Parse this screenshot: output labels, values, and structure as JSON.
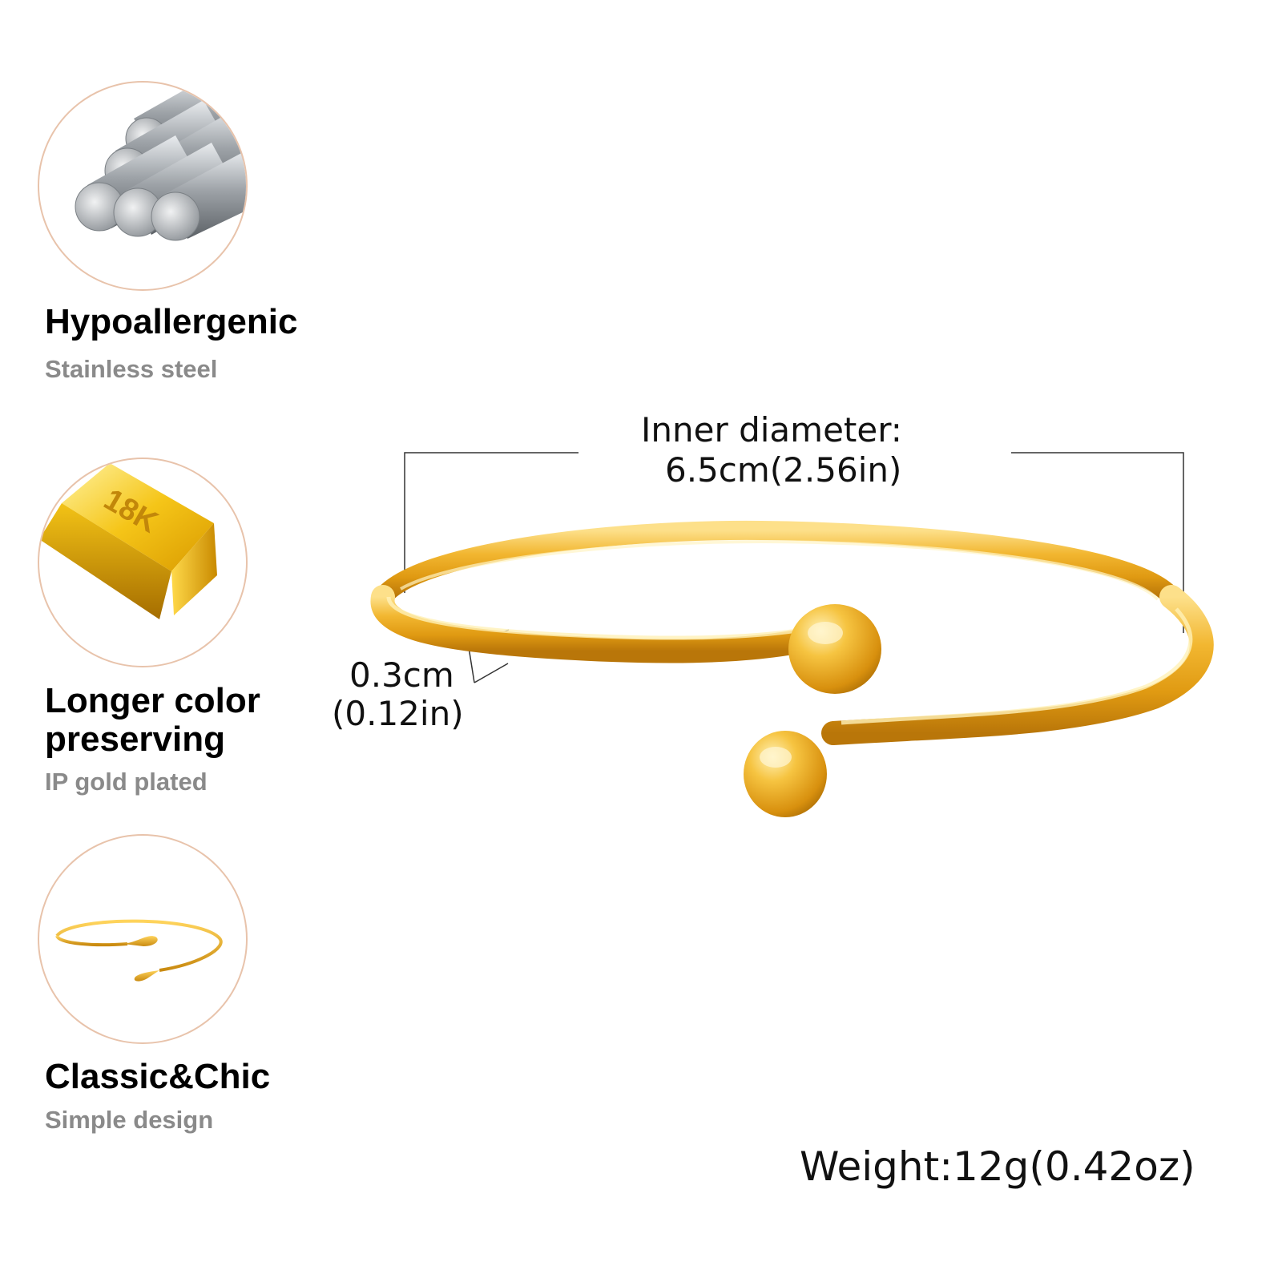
{
  "features": [
    {
      "title": "Hypoallergenic",
      "subtitle": "Stainless steel",
      "icon": "steel-rods-icon"
    },
    {
      "title": "Longer color preserving",
      "subtitle": "IP gold plated",
      "icon": "gold-bar-icon",
      "badge": "18K"
    },
    {
      "title": "Classic&Chic",
      "subtitle": "Simple design",
      "icon": "bangle-thumbnail-icon"
    }
  ],
  "dimensions": {
    "inner_diameter_label": "Inner diameter:",
    "inner_diameter_value": "6.5cm(2.56in)",
    "thickness_cm": "0.3cm",
    "thickness_in": "(0.12in)"
  },
  "weight": "Weight:12g(0.42oz)",
  "colors": {
    "gold": "#f0b52a",
    "circle_border": "#e8c3ab",
    "subtitle_gray": "#8a8a8a"
  }
}
